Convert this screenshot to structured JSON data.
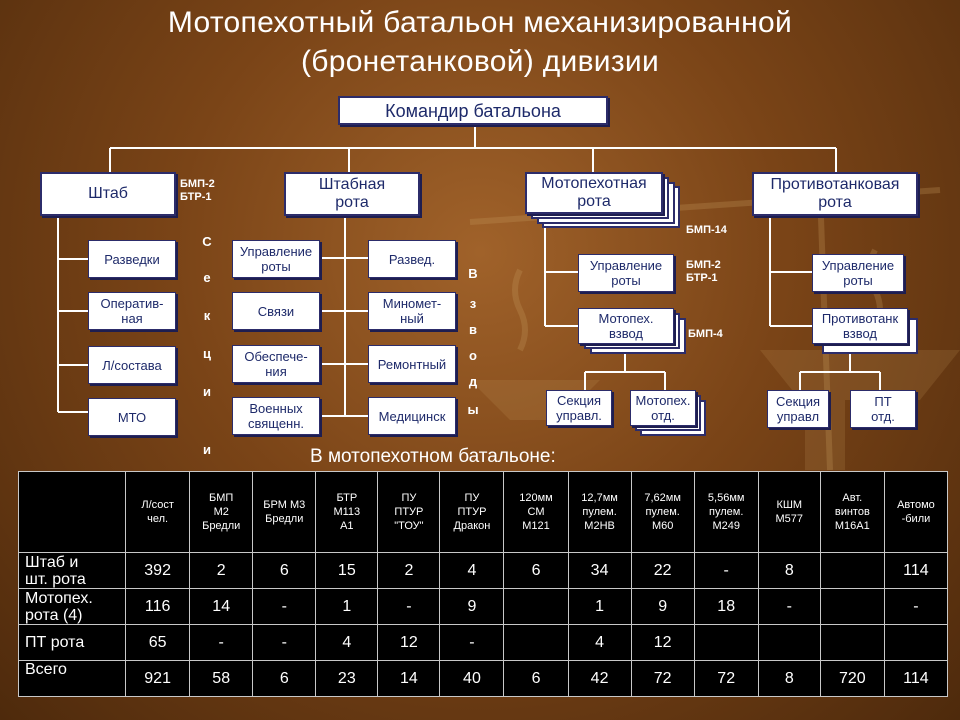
{
  "title": {
    "line1": "Мотопехотный батальон механизированной",
    "line2": "(бронетанковой)  дивизии"
  },
  "commander": "Командир батальона",
  "hq": {
    "label": "Штаб",
    "vehicles": "БМП-2\nБТР-1",
    "sections_word": [
      "С",
      "е",
      "к",
      "ц",
      "и",
      "и"
    ],
    "sections": [
      "Разведки",
      "Оператив-\nная",
      "Л/состава",
      "МТО"
    ]
  },
  "hq_company": {
    "label": "Штабная\nрота",
    "platoons_word": [
      "В",
      "з",
      "в",
      "о",
      "д",
      "ы"
    ],
    "left_units": [
      "Управление\nроты",
      "Связи",
      "Обеспече-\nния",
      "Военных\nсвященн."
    ],
    "right_units": [
      "Развед.",
      "Миномет-\nный",
      "Ремонтный",
      "Медицинск"
    ]
  },
  "mech_company": {
    "label": "Мотопехотная\nрота",
    "vehicles_main": "БМП-14",
    "mgmt": "Управление\nроты",
    "mgmt_vehicles": "БМП-2\nБТР-1",
    "platoon": "Мотопех.\nвзвод",
    "platoon_vehicles": "БМП-4",
    "section": "Секция\nуправл.",
    "squad": "Мотопех.\nотд."
  },
  "at_company": {
    "label": "Противотанковая\nрота",
    "mgmt": "Управление\nроты",
    "platoon": "Противотанк\nвзвод",
    "section": "Секция\nуправл",
    "squad": "ПТ\nотд."
  },
  "table_caption": "В мотопехотном батальоне:",
  "table": {
    "headers": [
      "",
      "Л/сост\nчел.",
      "БМП\nМ2\nБредли",
      "БРМ М3\nБредли",
      "БТР\nМ113\nА1",
      "ПУ\nПТУР\n\"ТОУ\"",
      "ПУ\nПТУР\nДракон",
      "120мм\nСМ\nМ121",
      "12,7мм\nпулем.\nМ2НВ",
      "7,62мм\nпулем.\nМ60",
      "5,56мм\nпулем.\nМ249",
      "КШМ\nМ577",
      "Авт.\nвинтов\nМ16А1",
      "Автомо\n-били"
    ],
    "rows": [
      [
        "Штаб и\nшт. рота",
        "392",
        "2",
        "6",
        "15",
        "2",
        "4",
        "6",
        "34",
        "22",
        "-",
        "8",
        "",
        "114"
      ],
      [
        "Мотопех.\nрота  (4)",
        "116",
        "14",
        "-",
        "1",
        "-",
        "9",
        "",
        "1",
        "9",
        "18",
        "-",
        "",
        "-"
      ],
      [
        "ПТ рота",
        "65",
        "-",
        "-",
        "4",
        "12",
        "-",
        "",
        "4",
        "12",
        "",
        "",
        "",
        ""
      ],
      [
        "Всего",
        "921",
        "58",
        "6",
        "23",
        "14",
        "40",
        "6",
        "42",
        "72",
        "72",
        "8",
        "720",
        "114"
      ]
    ]
  },
  "colors": {
    "background": "#7a4417",
    "box_border": "#2c2c6a",
    "box_text": "#1e2a6a",
    "table_bg": "#000000"
  }
}
